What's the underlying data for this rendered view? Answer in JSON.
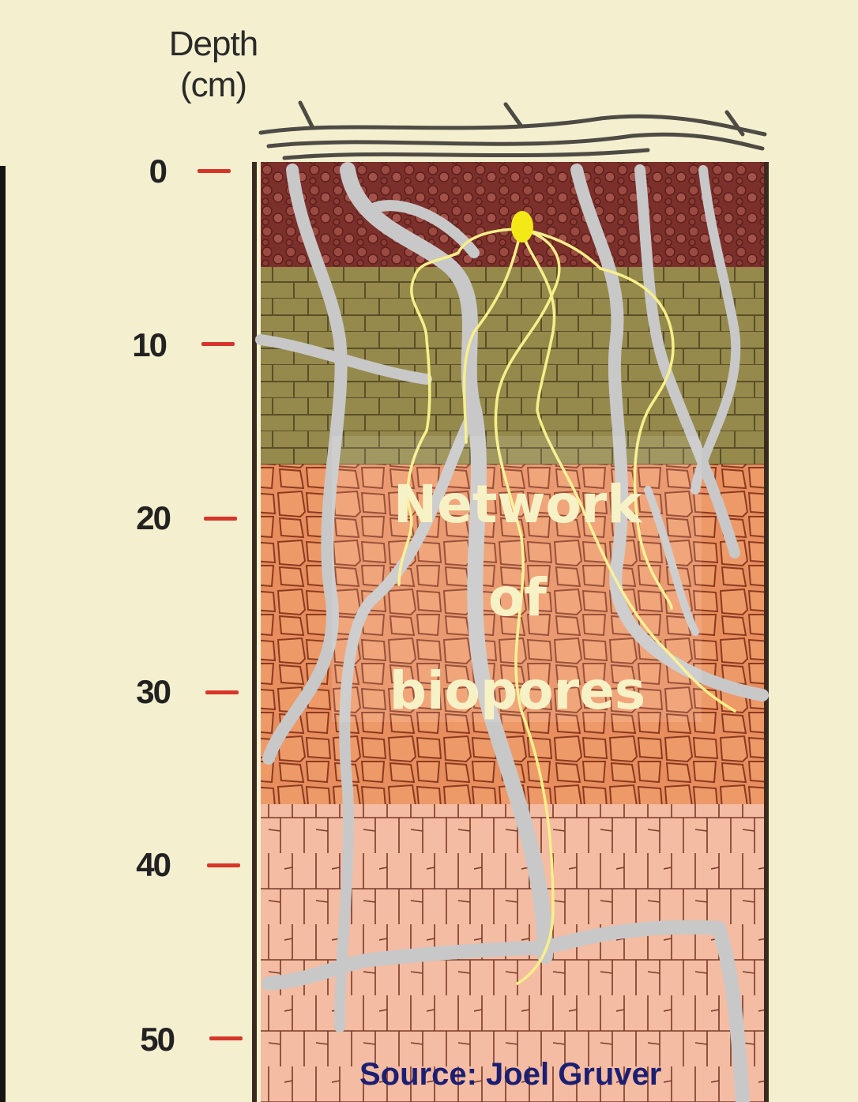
{
  "axis": {
    "title_line1": "Depth",
    "title_line2": "(cm)",
    "ticks": [
      "0",
      "10",
      "20",
      "30",
      "40",
      "50"
    ]
  },
  "overlay_label": {
    "line1": "Network",
    "line2": "of",
    "line3": "biopores"
  },
  "source": "Source:  Joel Gruver",
  "colors": {
    "background": "#f4f0cf",
    "tick": "#d8352a",
    "topsoil": "#7a2e2a",
    "olive_layer": "#93864a",
    "orange_layer": "#e58a5c",
    "pink_layer": "#f3b9a0",
    "pores": "#c9c9c9",
    "root_line": "#f7ef8a",
    "source_text": "#1b1f74"
  },
  "icons": {
    "root_origin": "yellow-dot"
  }
}
